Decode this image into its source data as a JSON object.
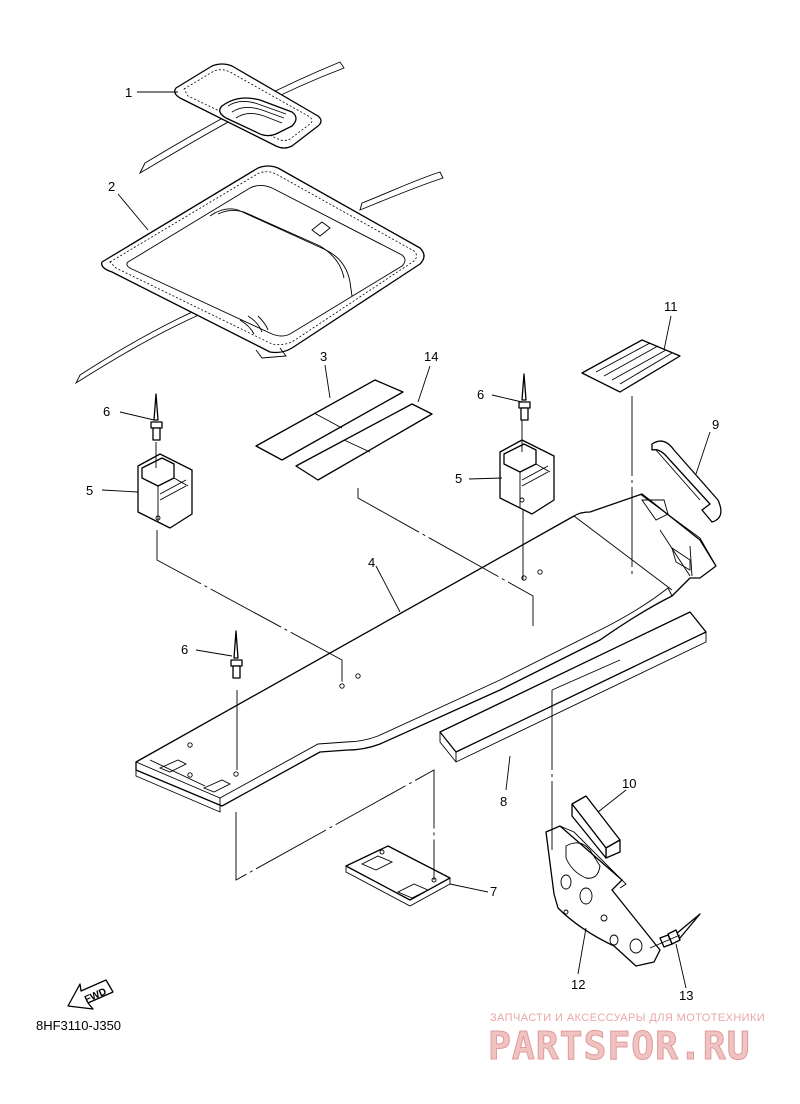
{
  "callouts": [
    "1",
    "2",
    "3",
    "14",
    "11",
    "6",
    "9",
    "5",
    "6",
    "5",
    "4",
    "6",
    "8",
    "10",
    "7",
    "12",
    "13"
  ],
  "drawing_code": "8HF3110-J350",
  "fwd_label": "FWD",
  "watermark": {
    "line1": "ЗАПЧАСТИ И АКСЕССУАРЫ ДЛЯ МОТОТЕХНИКИ",
    "line2": "PARTSFOR.RU",
    "color": "#e29a9a"
  }
}
